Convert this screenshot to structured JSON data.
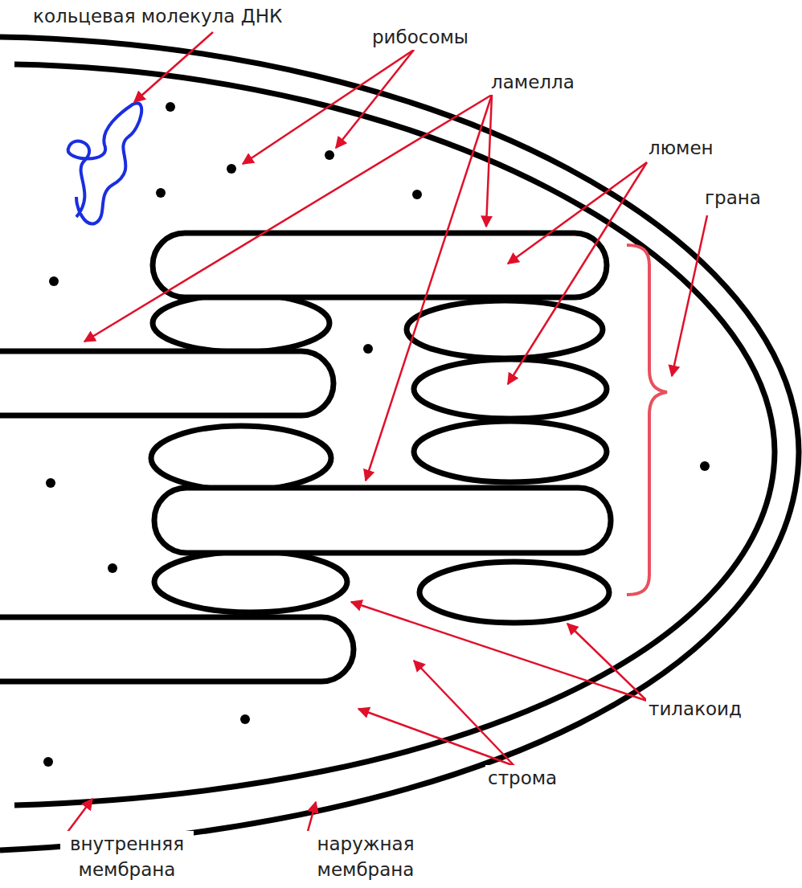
{
  "diagram": {
    "labels": [
      "кольцевая молекула ДНК",
      "рибосомы",
      "ламелла",
      "люмен",
      "грана",
      "тилакоид",
      "строма",
      "внутренняя мембрана",
      "наружная мембрана"
    ]
  }
}
